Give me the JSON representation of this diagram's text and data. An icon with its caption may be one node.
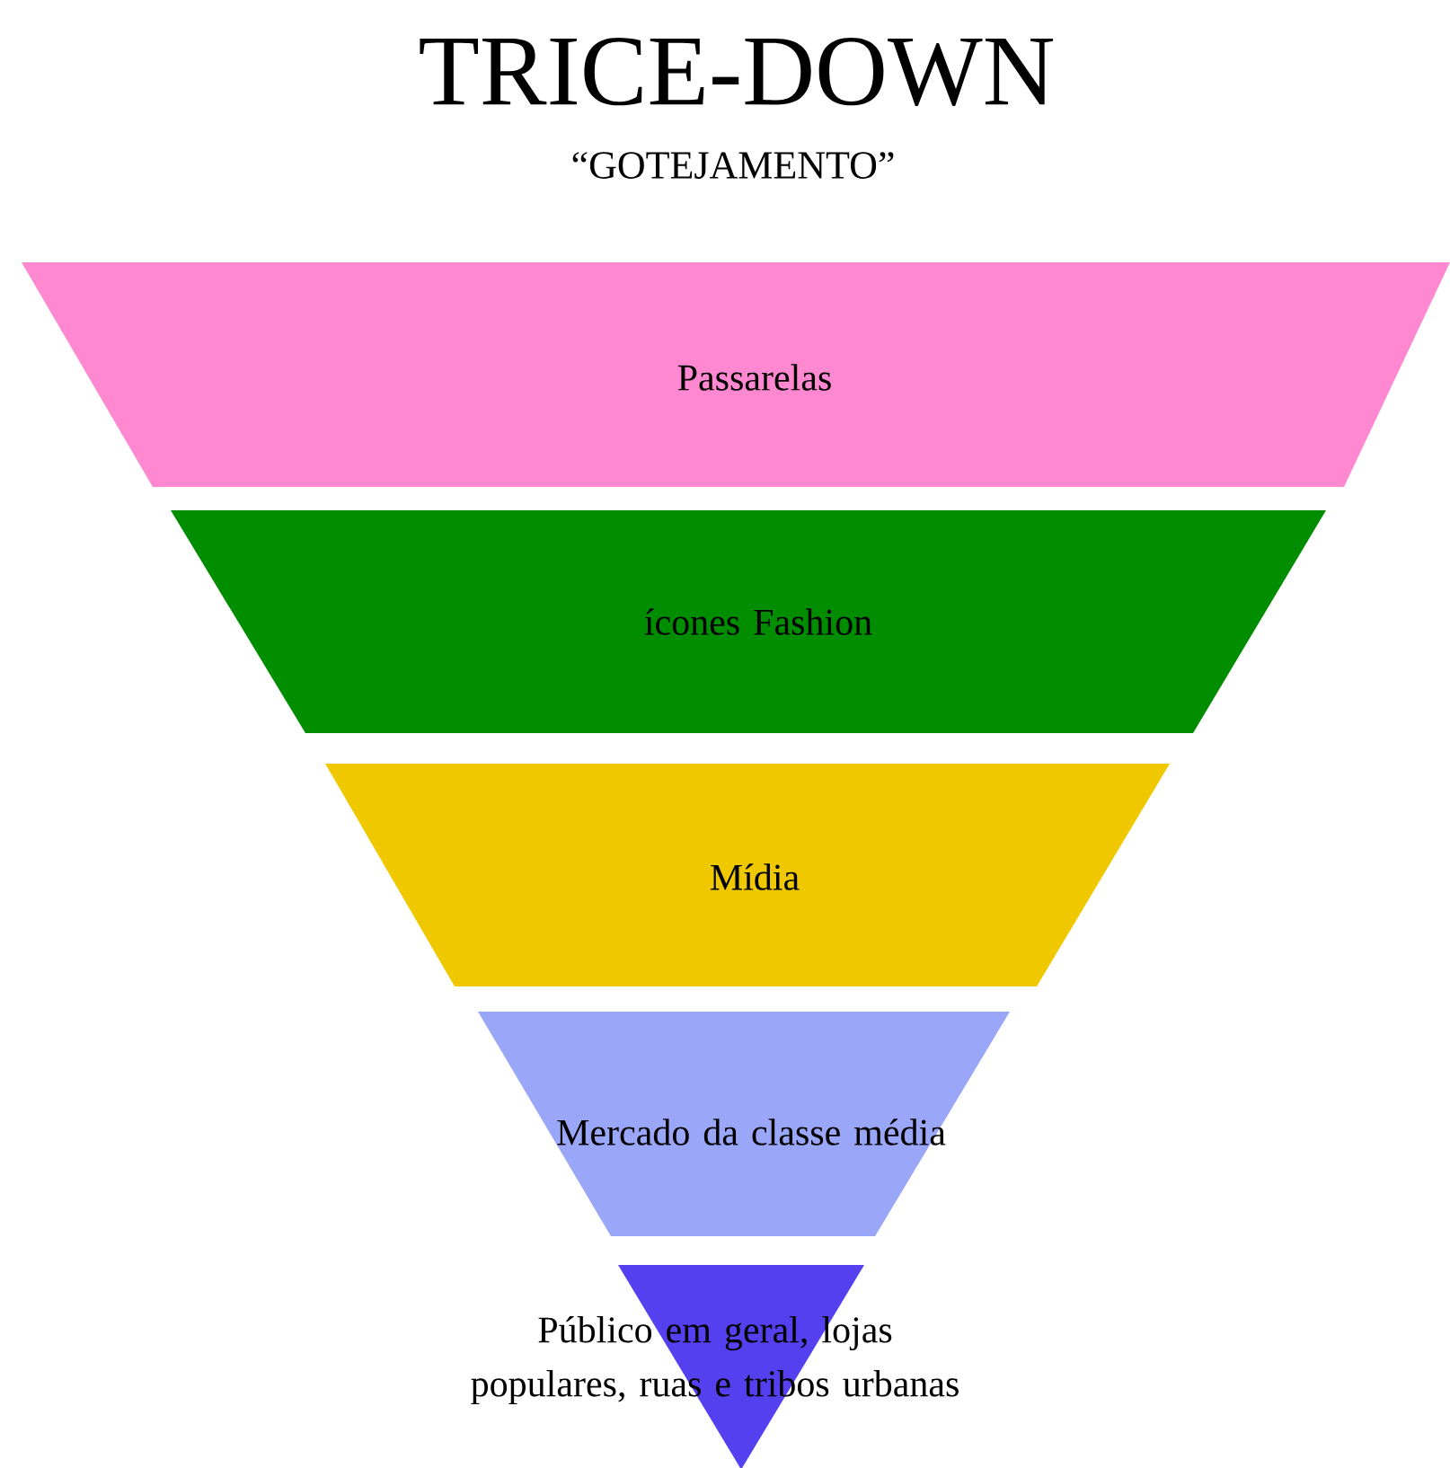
{
  "diagram": {
    "title": "TRICE-DOWN",
    "nodes": [
      {
        "text": [
          "Passarelas"
        ]
      },
      {
        "text": [
          "ícones Fashion"
        ]
      },
      {
        "text": [
          "Mídia"
        ]
      },
      {
        "text": [
          "Mercado da classe média"
        ]
      },
      {
        "text": [
          "Público em geral, lojas populares, ruas e tribos urbanas"
        ]
      }
    ],
    "labels": [
      "“GOTEJAMENTO”"
    ]
  }
}
